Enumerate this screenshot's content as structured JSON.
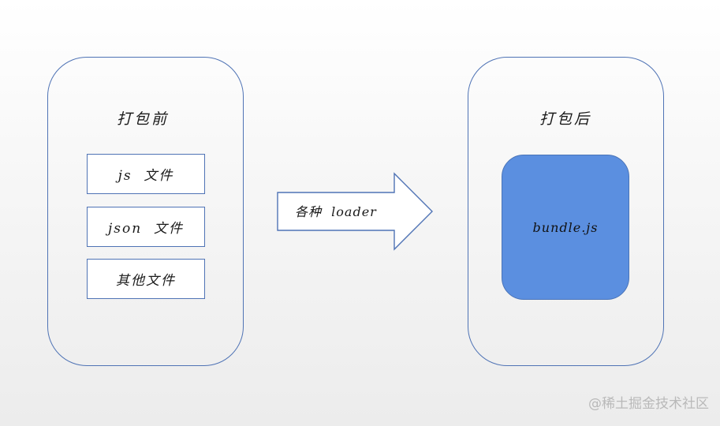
{
  "before": {
    "title": "打包前",
    "files": [
      "js  文件",
      "json  文件",
      "其他文件"
    ]
  },
  "arrow": {
    "label": "各种  loader"
  },
  "after": {
    "title": "打包后",
    "bundle": "bundle.js"
  },
  "watermark": "@稀土掘金技术社区",
  "colors": {
    "outline": "#4f73b5",
    "bundle_fill": "#5b8fe0"
  }
}
